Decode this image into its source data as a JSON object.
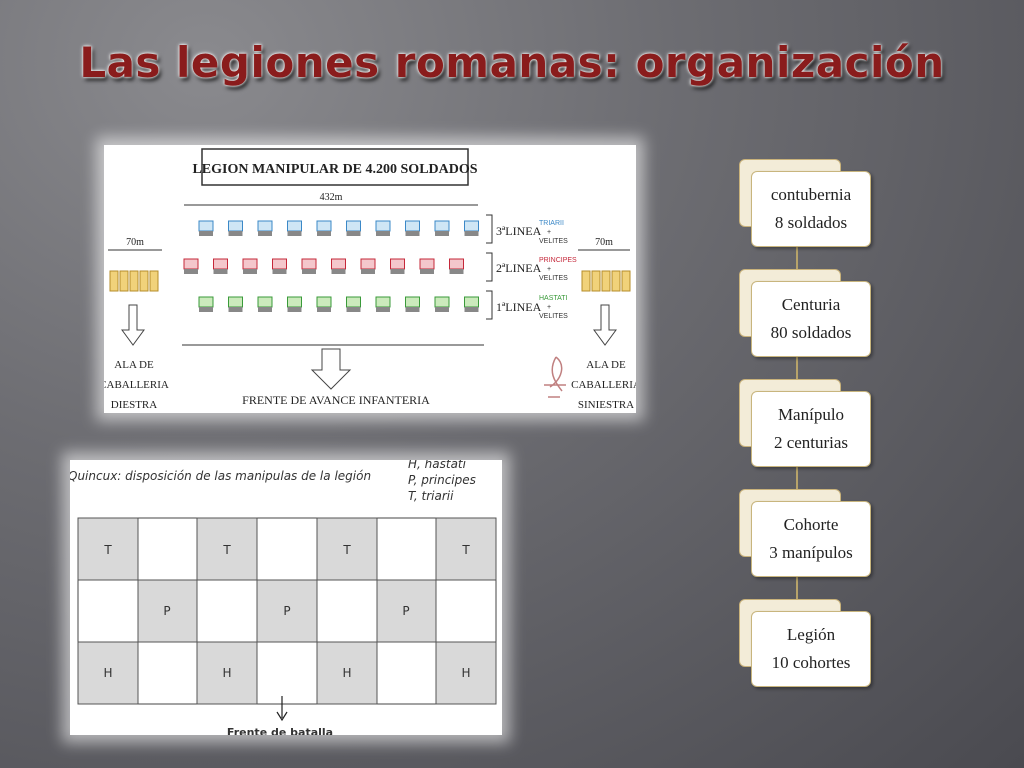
{
  "slide": {
    "title": "Las legiones romanas: organización"
  },
  "diagram1": {
    "title": "LEGION MANIPULAR DE 4.200 SOLDADOS",
    "width_label": "432m",
    "side_width": "70m",
    "lines": [
      {
        "label": "3ªLINEA",
        "unit": "TRIARII",
        "plus": "+",
        "support": "VELITES",
        "color": "#3b88c7",
        "fill": "#cfe6f5"
      },
      {
        "label": "2ªLINEA",
        "unit": "PRINCIPES",
        "plus": "+",
        "support": "VELITES",
        "color": "#c5283a",
        "fill": "#f4c7cc"
      },
      {
        "label": "1ªLINEA",
        "unit": "HASTATI",
        "plus": "+",
        "support": "VELITES",
        "color": "#3a9a3a",
        "fill": "#cbeabc"
      }
    ],
    "left_wing": [
      "ALA DE",
      "CABALLERIA",
      "DIESTRA"
    ],
    "right_wing": [
      "ALA DE",
      "CABALLERIA",
      "SINIESTRA"
    ],
    "front": "FRENTE DE AVANCE INFANTERIA"
  },
  "diagram2": {
    "title": "Quincux: disposición de las manipulas de la legión",
    "legend": [
      "H, hastati",
      "P, principes",
      "T, triarii"
    ],
    "row_t": [
      "T",
      "T",
      "T",
      "T"
    ],
    "row_p": [
      "P",
      "P",
      "P"
    ],
    "row_h": [
      "H",
      "H",
      "H",
      "H"
    ],
    "front": "Frente de batalla"
  },
  "hierarchy": [
    {
      "name": "contubernia",
      "detail": "8 soldados"
    },
    {
      "name": "Centuria",
      "detail": "80 soldados"
    },
    {
      "name": "Manípulo",
      "detail": "2 centurias"
    },
    {
      "name": "Cohorte",
      "detail": "3 manípulos"
    },
    {
      "name": "Legión",
      "detail": "10 cohortes"
    }
  ]
}
